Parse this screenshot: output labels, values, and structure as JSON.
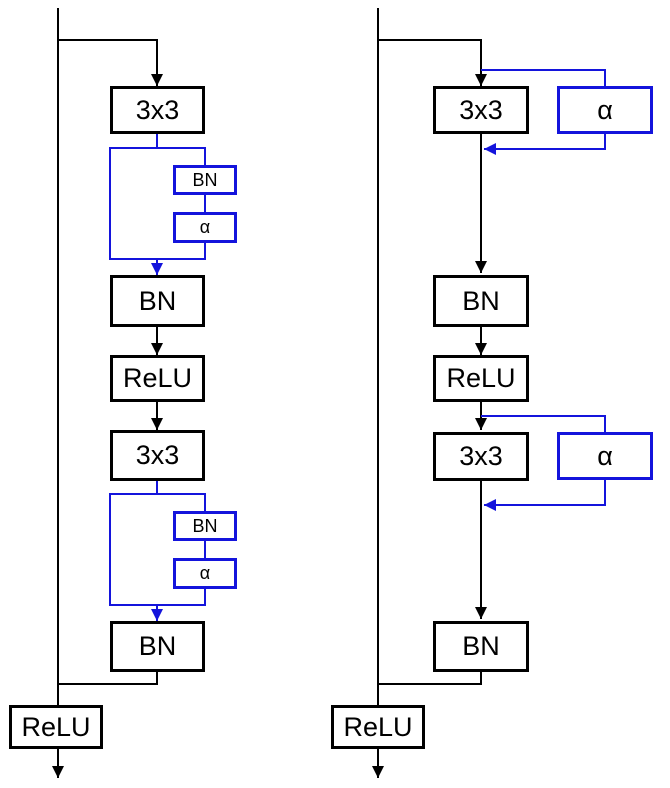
{
  "colors": {
    "main_line": "#000000",
    "branch_line": "#1414dc",
    "background": "#ffffff"
  },
  "left_block": {
    "conv1": "3x3",
    "branch1": {
      "norm": "BN",
      "scale": "α"
    },
    "bn1": "BN",
    "relu_inner": "ReLU",
    "conv2": "3x3",
    "branch2": {
      "norm": "BN",
      "scale": "α"
    },
    "bn2": "BN",
    "relu_out": "ReLU"
  },
  "right_block": {
    "conv1": "3x3",
    "alpha1": "α",
    "bn1": "BN",
    "relu_inner": "ReLU",
    "conv2": "3x3",
    "alpha2": "α",
    "bn2": "BN",
    "relu_out": "ReLU"
  }
}
